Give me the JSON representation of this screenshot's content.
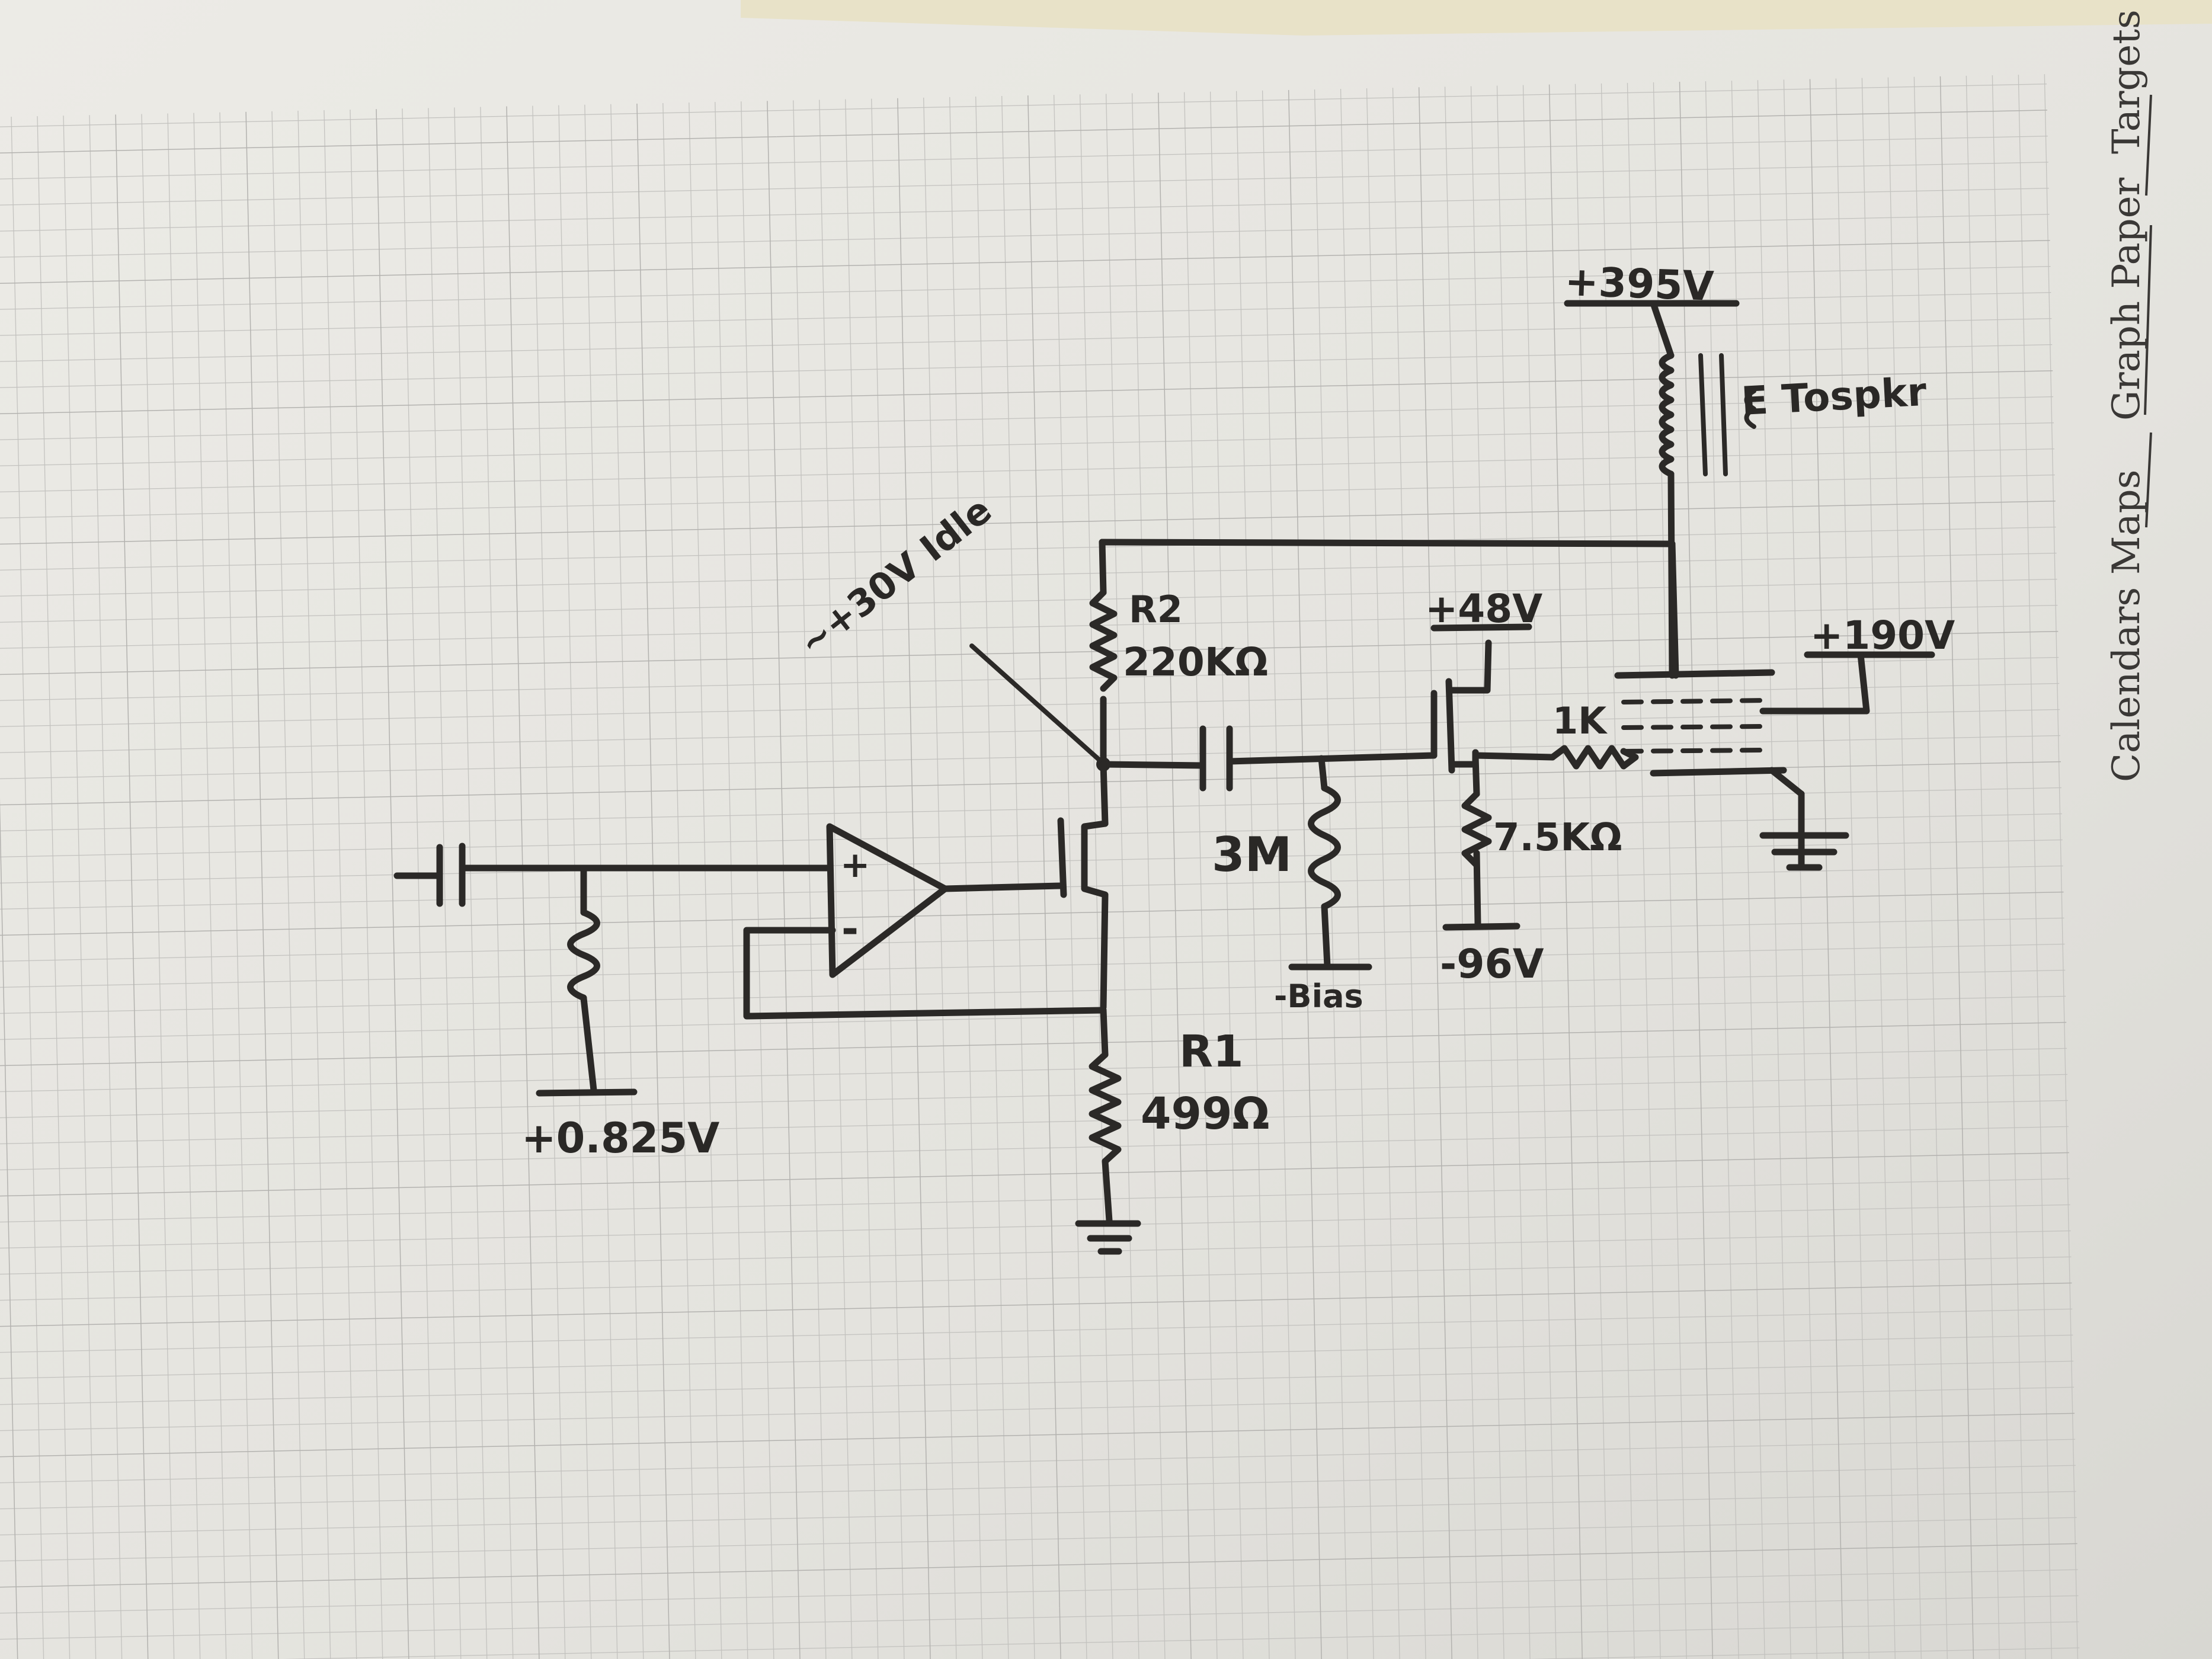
{
  "sheet": {
    "side_links": [
      "Targets",
      "Graph Paper",
      "Maps",
      "Calendars"
    ]
  },
  "labels": {
    "supply_395": "+395V",
    "to_spkr": "E Tospkr",
    "supply_190": "+190V",
    "supply_48": "+48V",
    "idle": "~+30V Idle",
    "r2_name": "R2",
    "r2_value": "220KΩ",
    "r_1k": "1K",
    "r_3m": "3M",
    "r_7k5": "7.5KΩ",
    "neg_bias": "-Bias",
    "neg_96": "-96V",
    "r1_name": "R1",
    "r1_value": "499Ω",
    "input_bias": "+0.825V",
    "opamp_plus": "+",
    "opamp_minus": "-"
  },
  "colors": {
    "paper": "#e7e6e1",
    "grid": "#b9b8b6",
    "ink": "#2b2927"
  }
}
